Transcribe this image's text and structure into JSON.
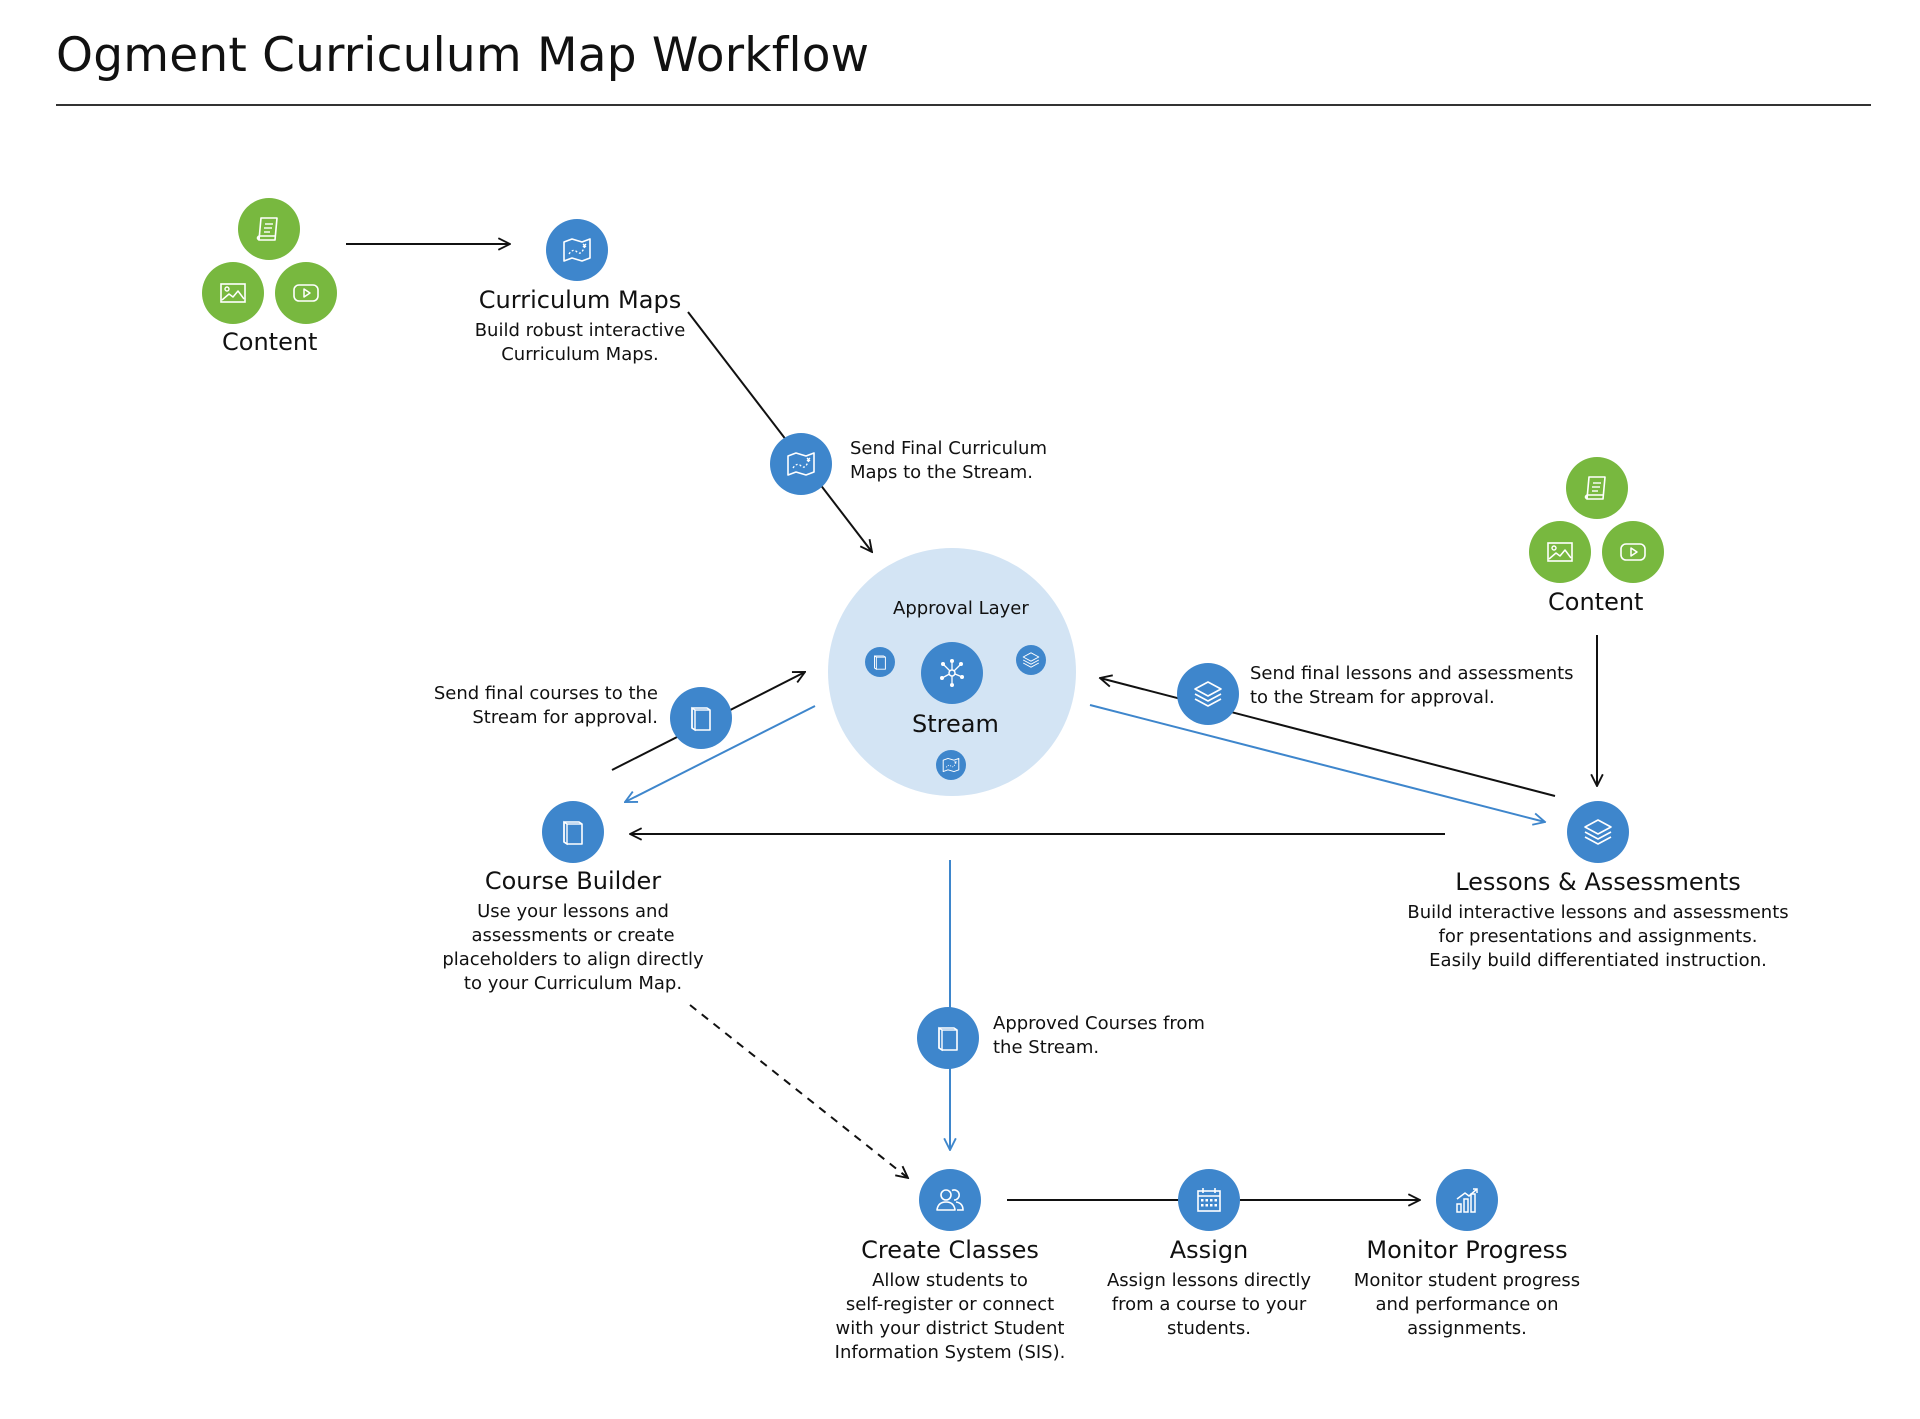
{
  "title": "Ogment Curriculum Map Workflow",
  "colors": {
    "blue": "#3e86cc",
    "green": "#78b83f",
    "stream_bg": "#d3e4f4",
    "line_blue": "#3e86cc",
    "line_black": "#111111"
  },
  "content_top": {
    "label": "Content",
    "icons": [
      "document-icon",
      "image-icon",
      "video-icon"
    ]
  },
  "content_right": {
    "label": "Content",
    "icons": [
      "document-icon",
      "image-icon",
      "video-icon"
    ]
  },
  "curriculum_maps": {
    "title": "Curriculum Maps",
    "desc": "Build robust interactive\nCurriculum Maps.",
    "icon": "map-icon"
  },
  "send_maps": {
    "text": "Send Final Curriculum\nMaps to the Stream.",
    "icon": "map-icon"
  },
  "stream": {
    "approval_label": "Approval Layer",
    "label": "Stream",
    "icon": "network-icon"
  },
  "send_courses": {
    "text": "Send final courses to the\nStream for approval.",
    "icon": "book-icon"
  },
  "send_lessons": {
    "text": "Send final lessons and assessments\nto the Stream for approval.",
    "icon": "layers-icon"
  },
  "course_builder": {
    "title": "Course Builder",
    "desc": "Use your lessons and\nassessments or create\nplaceholders to align directly\nto your Curriculum Map.",
    "icon": "book-icon"
  },
  "lessons": {
    "title": "Lessons & Assessments",
    "desc": "Build interactive lessons and assessments\nfor presentations and assignments.\nEasily build differentiated instruction.",
    "icon": "layers-icon"
  },
  "approved_courses": {
    "text": "Approved Courses from\nthe Stream.",
    "icon": "book-icon"
  },
  "create_classes": {
    "title": "Create Classes",
    "desc": "Allow students to\nself-register or connect\nwith your district Student\nInformation System (SIS).",
    "icon": "users-icon"
  },
  "assign": {
    "title": "Assign",
    "desc": "Assign lessons directly\nfrom a course to your\nstudents.",
    "icon": "calendar-icon"
  },
  "monitor": {
    "title": "Monitor Progress",
    "desc": "Monitor student progress\nand performance on\nassignments.",
    "icon": "chart-icon"
  }
}
